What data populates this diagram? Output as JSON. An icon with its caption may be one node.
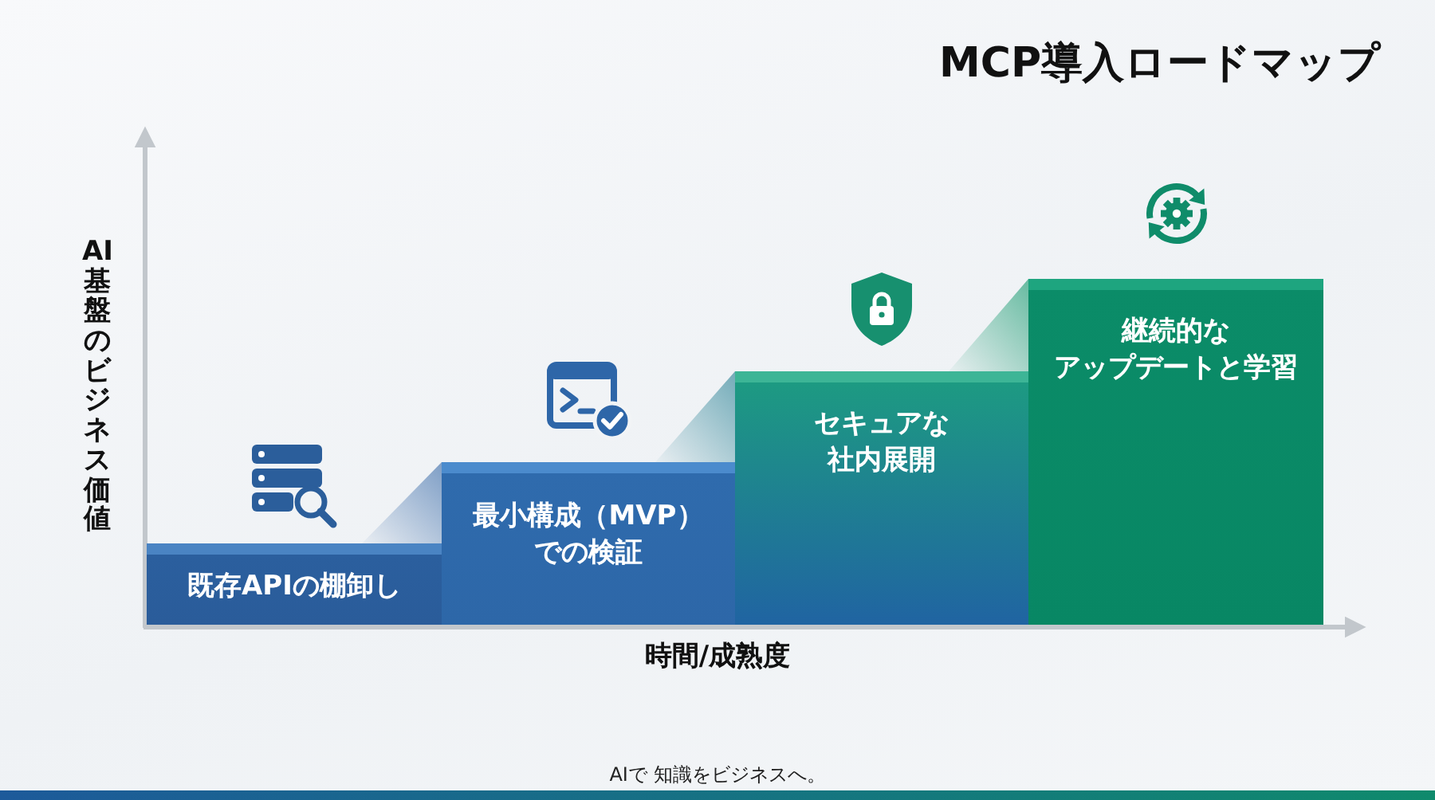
{
  "diagram": {
    "title": "MCP導入ロードマップ",
    "nodes": [
      {
        "text": [
          "既存APIの棚卸し"
        ]
      },
      {
        "text": [
          "最小構成（MVP）での検証"
        ]
      },
      {
        "text": [
          "セキュアな社内展開"
        ]
      },
      {
        "text": [
          "継続的なアップデートと学習"
        ]
      }
    ],
    "labels": [
      "AI基盤のビジネス価値",
      "時間/成熟度",
      "AIで 知識をビジネスへ。"
    ]
  }
}
